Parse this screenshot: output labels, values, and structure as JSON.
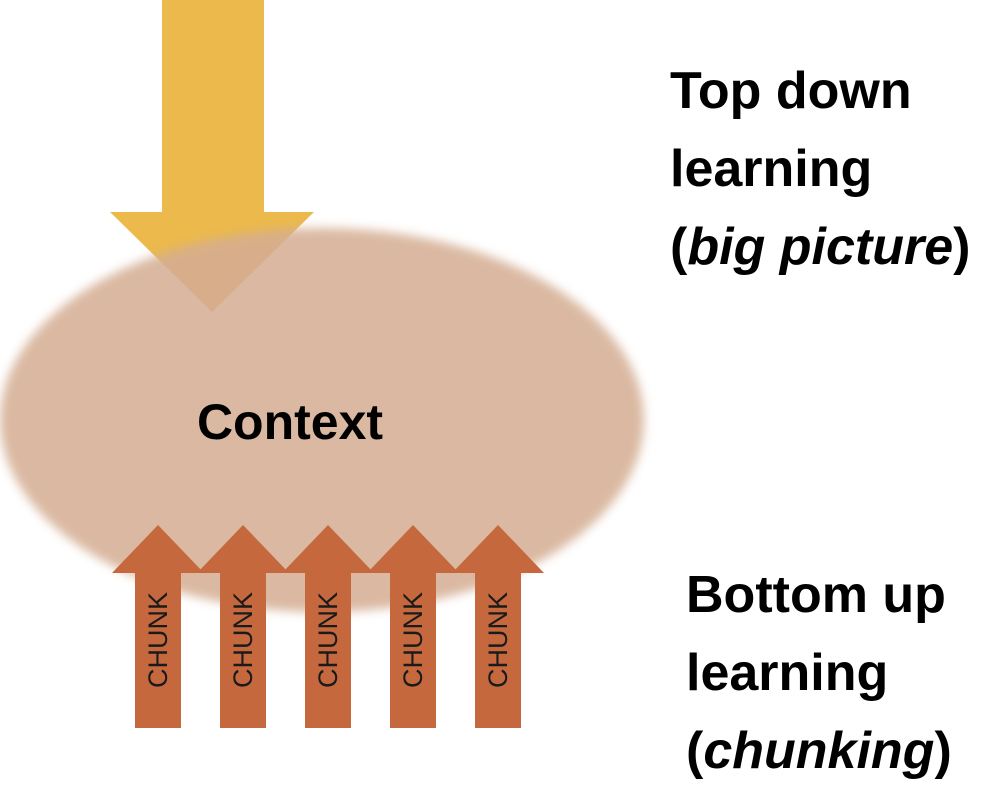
{
  "diagram": {
    "context_label": "Context",
    "chunk_label": "CHUNK",
    "chunk_count": 5,
    "top_down": {
      "line1": "Top down",
      "line2": "learning",
      "paren_open": "(",
      "emphasis": "big picture",
      "paren_close": ")"
    },
    "bottom_up": {
      "line1": "Bottom up",
      "line2": "learning",
      "paren_open": "(",
      "emphasis": "chunking",
      "paren_close": ")"
    }
  },
  "colors": {
    "top_arrow": "#ecb94c",
    "context_ellipse": "#d4ad93",
    "chunk_arrow": "#c6683e",
    "chunk_text": "#1a1a1a",
    "text": "#000000"
  }
}
